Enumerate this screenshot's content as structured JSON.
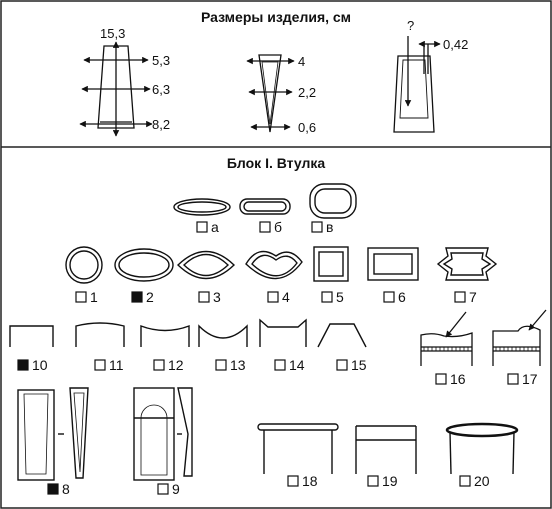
{
  "top_panel": {
    "title": "Размеры изделия, см",
    "taper": {
      "top": "15,3",
      "upper": "5,3",
      "middle": "6,3",
      "lower": "8,2"
    },
    "cone": {
      "upper": "4",
      "middle": "2,2",
      "lower": "0,6"
    },
    "cross": {
      "height": "?",
      "wall": "0,42"
    }
  },
  "bottom_panel": {
    "title": "Блок I. Втулка",
    "options": [
      {
        "label": "а",
        "checked": false
      },
      {
        "label": "б",
        "checked": false
      },
      {
        "label": "в",
        "checked": false
      },
      {
        "label": "1",
        "checked": false
      },
      {
        "label": "2",
        "checked": true
      },
      {
        "label": "3",
        "checked": false
      },
      {
        "label": "4",
        "checked": false
      },
      {
        "label": "5",
        "checked": false
      },
      {
        "label": "6",
        "checked": false
      },
      {
        "label": "7",
        "checked": false
      },
      {
        "label": "10",
        "checked": true
      },
      {
        "label": "11",
        "checked": false
      },
      {
        "label": "12",
        "checked": false
      },
      {
        "label": "13",
        "checked": false
      },
      {
        "label": "14",
        "checked": false
      },
      {
        "label": "15",
        "checked": false
      },
      {
        "label": "16",
        "checked": false
      },
      {
        "label": "17",
        "checked": false
      },
      {
        "label": "8",
        "checked": true
      },
      {
        "label": "9",
        "checked": false
      },
      {
        "label": "18",
        "checked": false
      },
      {
        "label": "19",
        "checked": false
      },
      {
        "label": "20",
        "checked": false
      }
    ]
  }
}
